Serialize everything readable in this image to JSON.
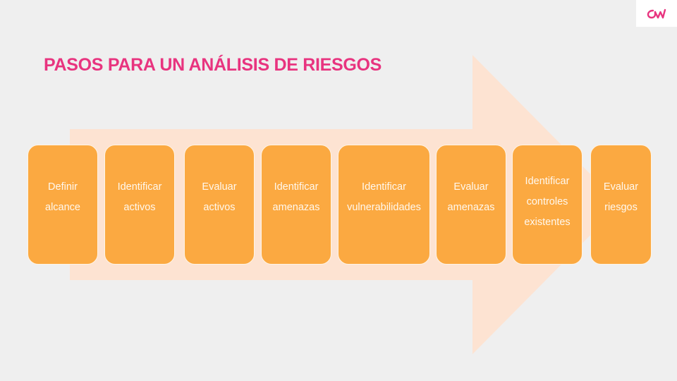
{
  "slide": {
    "title": "PASOS PARA UN ANÁLISIS DE RIESGOS",
    "logo": "ow-logo-icon"
  },
  "colors": {
    "title": "#e8347f",
    "step_fill": "#fba941",
    "arrow_fill": "#fde3d2",
    "background": "#efefef",
    "logo": "#e8347f"
  },
  "steps": [
    {
      "label": "Definir\nalcance"
    },
    {
      "label": "Identificar\nactivos"
    },
    {
      "label": "Evaluar\nactivos"
    },
    {
      "label": "Identificar\namenazas"
    },
    {
      "label": "Identificar\nvulnerabilidades"
    },
    {
      "label": "Evaluar\namenazas"
    },
    {
      "label": "Identificar\ncontroles\nexistentes"
    },
    {
      "label": "Evaluar\nriesgos"
    }
  ]
}
